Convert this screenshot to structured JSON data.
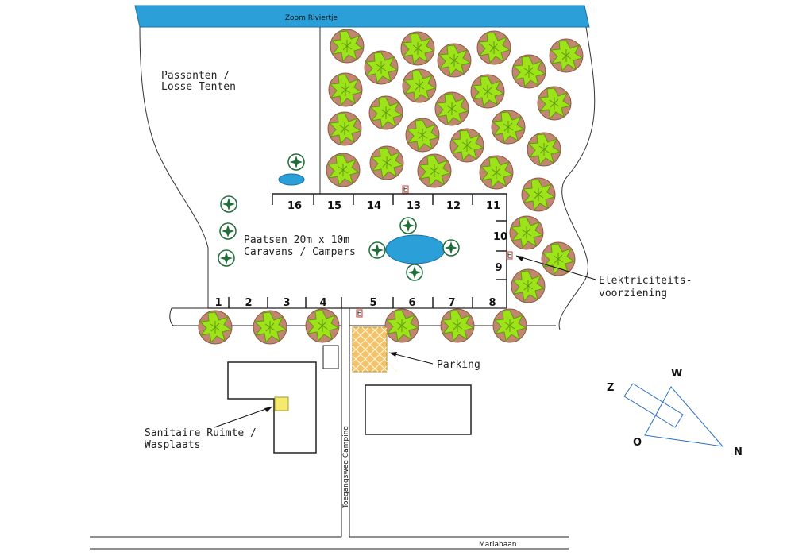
{
  "map": {
    "river_label": "Zoom Riviertje",
    "areas": {
      "passanten": [
        "Passanten /",
        "Losse Tenten"
      ],
      "pitches": [
        "Paatsen 20m x 10m",
        "Caravans / Campers"
      ],
      "sanitary": [
        "Sanitaire Ruimte /",
        "Wasplaats"
      ],
      "electricity": [
        "Elektriciteits-",
        "voorziening"
      ],
      "parking": "Parking"
    },
    "roads": {
      "access": "Toegangsweg Camping",
      "main": "Mariabaan"
    },
    "electricity_marker": "E",
    "pitch_numbers": [
      "1",
      "2",
      "3",
      "4",
      "5",
      "6",
      "7",
      "8",
      "9",
      "10",
      "11",
      "12",
      "13",
      "14",
      "15",
      "16"
    ],
    "compass": {
      "z": "Z",
      "w": "W",
      "o": "O",
      "n": "N"
    },
    "colors": {
      "river": "#2a9fd8",
      "tree_outer": "#c1876e",
      "tree_canopy": "#9ee21a",
      "small_tree": "#1f6e38",
      "pond": "#2a9fd8",
      "parking": "#f2c36a",
      "sanitary": "#f4ea6e"
    }
  }
}
